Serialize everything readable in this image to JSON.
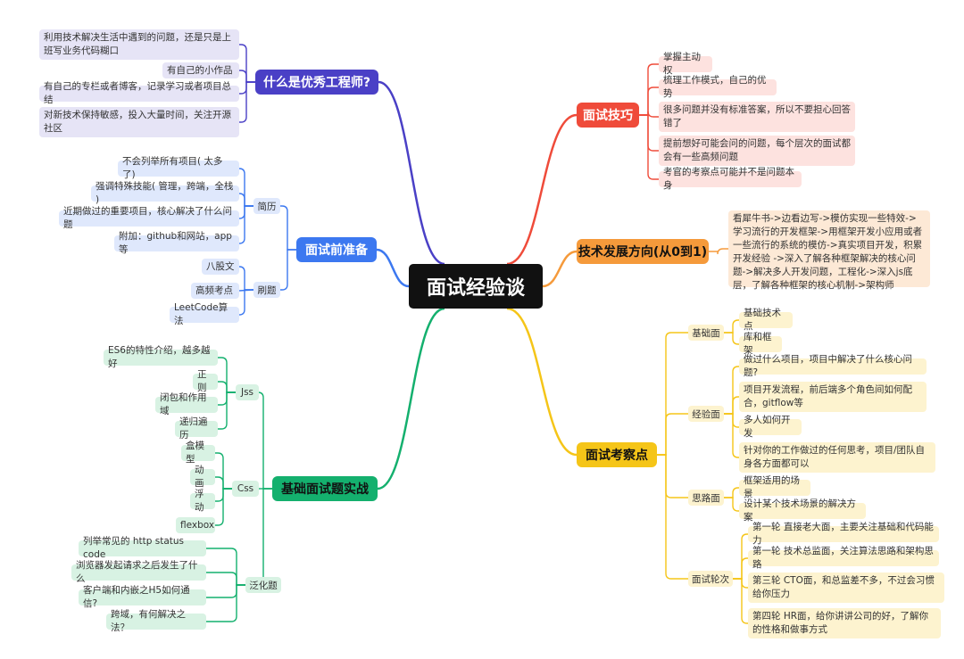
{
  "center": "面试经验谈",
  "colors": {
    "purple": "#4a40c6",
    "blue": "#3c78f0",
    "green": "#14b06e",
    "red": "#ef4b3a",
    "orange": "#f59a3b",
    "yellow": "#f5c518"
  },
  "b1": {
    "title": "什么是优秀工程师?",
    "leaves": [
      "利用技术解决生活中遇到的问题，还是只是上班写业务代码糊口",
      "有自己的小作品",
      "有自己的专栏或者博客，记录学习或者项目总结",
      "对新技术保持敏感，投入大量时间，关注开源社区"
    ]
  },
  "b2": {
    "title": "面试前准备",
    "s1": "简历",
    "s1_leaves": [
      "不会列举所有项目( 太多了)",
      "强调特殊技能( 管理，跨端，全栈 )",
      "近期做过的重要项目，核心解决了什么问题",
      "附加：github和网站，app等"
    ],
    "s2": "刷题",
    "s2_leaves": [
      "八股文",
      "高频考点",
      "LeetCode算法"
    ]
  },
  "b3": {
    "title": "基础面试题实战",
    "s1": "Jss",
    "s1_leaves": [
      "ES6的特性介绍，越多越好",
      "正则",
      "闭包和作用域",
      "递归遍历"
    ],
    "s2": "Css",
    "s2_leaves": [
      "盒模型",
      "动画",
      "浮动",
      "flexbox"
    ],
    "s3": "泛化题",
    "s3_leaves": [
      "列举常见的 http status code",
      "浏览器发起请求之后发生了什么",
      "客户端和内嵌之H5如何通信?",
      "跨域，有何解决之法？"
    ]
  },
  "b4": {
    "title": "面试技巧",
    "leaves": [
      "掌握主动权",
      "梳理工作模式，自己的优势",
      "很多问题并没有标准答案，所以不要担心回答错了",
      "提前想好可能会问的问题，每个层次的面试都会有一些高频问题",
      "考官的考察点可能并不是问题本身"
    ]
  },
  "b5": {
    "title": "技术发展方向(从0到1)",
    "leaf": "看犀牛书->边看边写->模仿实现一些特效->学习流行的开发框架->用框架开发小应用或者一些流行的系统的模仿->真实项目开发，积累开发经验 ->深入了解各种框架解决的核心问题->解决多人开发问题，工程化->深入js底层，了解各种框架的核心机制->架构师"
  },
  "b6": {
    "title": "面试考察点",
    "s1": "基础面",
    "s1_leaves": [
      "基础技术点",
      "库和框架"
    ],
    "s2": "经验面",
    "s2_leaves": [
      "做过什么项目，项目中解决了什么核心问题?",
      "项目开发流程，前后端多个角色间如何配合，gitflow等",
      "多人如何开发",
      "针对你的工作做过的任何思考，项目/团队自身各方面都可以"
    ],
    "s3": "思路面",
    "s3_leaves": [
      "框架适用的场景",
      "设计某个技术场景的解决方案"
    ],
    "s4": "面试轮次",
    "s4_leaves": [
      "第一轮 直接老大面，主要关注基础和代码能力",
      "第一轮 技术总监面，关注算法思路和架构思路",
      "第三轮 CTO面，和总监差不多，不过会习惯给你压力",
      "第四轮 HR面，给你讲讲公司的好，了解你的性格和做事方式"
    ]
  }
}
